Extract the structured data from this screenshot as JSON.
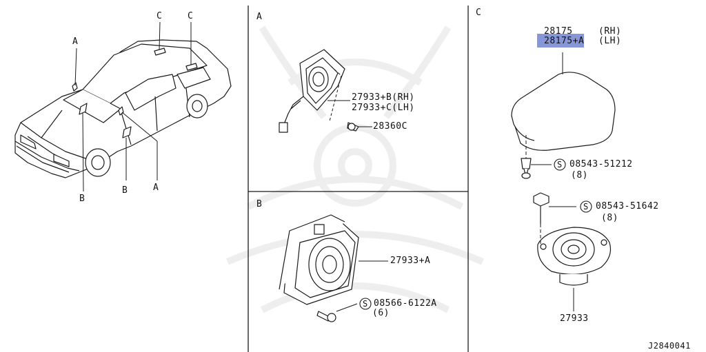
{
  "sections": {
    "A": "A",
    "B": "B",
    "C": "C"
  },
  "car": {
    "callout_a_top": "A",
    "callout_a_bottom": "A",
    "callout_b_left": "B",
    "callout_b_mid": "B",
    "callout_c_left": "C",
    "callout_c_right": "C"
  },
  "panel_a": {
    "part_1_line1": "27933+B(RH)",
    "part_1_line2": "27933+C(LH)",
    "part_2": "28360C"
  },
  "panel_b": {
    "part_1": "27933+A",
    "part_2": "08566-6122A",
    "part_2_qty": "(6)",
    "s_mark": "S"
  },
  "panel_c": {
    "grille_rh": "28175",
    "grille_rh_side": "(RH)",
    "grille_lh": "28175+A",
    "grille_lh_side": "(LH)",
    "screw_1": "08543-51212",
    "screw_1_qty": "(8)",
    "screw_2": "08543-51642",
    "screw_2_qty": "(8)",
    "speaker": "27933",
    "s_mark": "S"
  },
  "diagram_id": "J2840041",
  "colors": {
    "highlight": "#8796d6",
    "line": "#1a1a1a",
    "watermark": "#ececec"
  }
}
